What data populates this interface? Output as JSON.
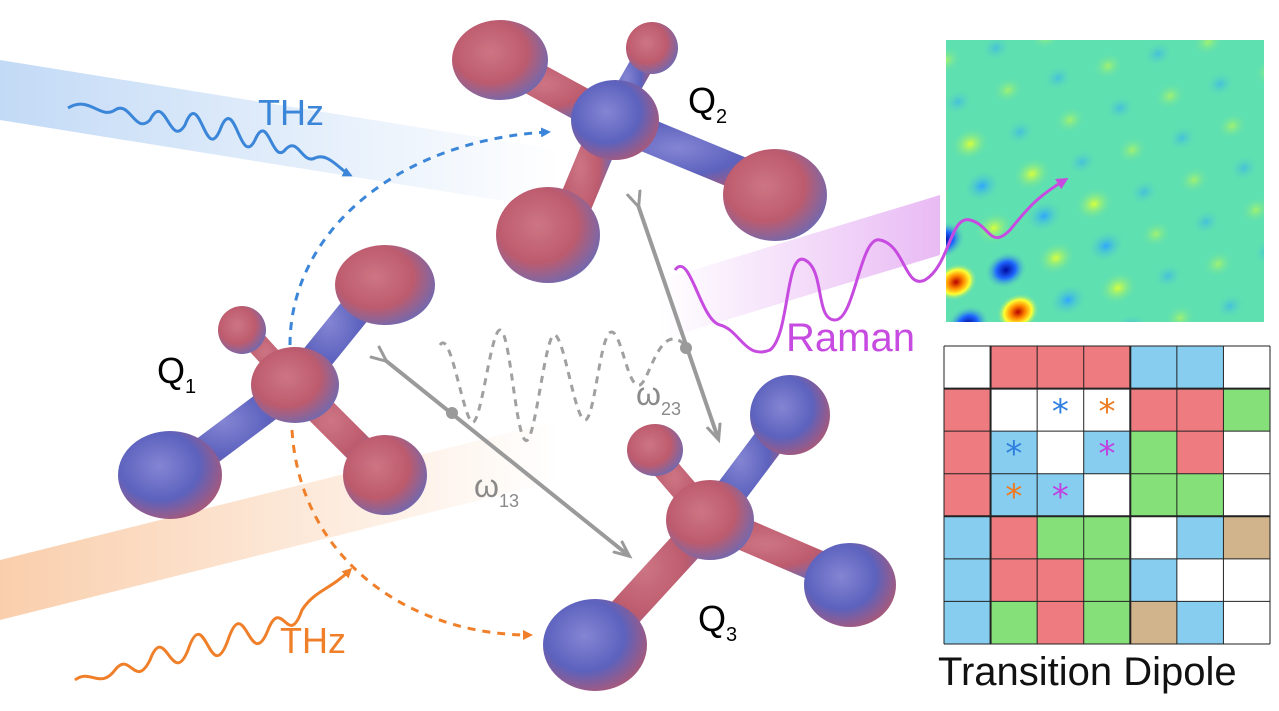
{
  "labels": {
    "q1": "Q",
    "q1_sub": "1",
    "q2": "Q",
    "q2_sub": "2",
    "q3": "Q",
    "q3_sub": "3",
    "w13": "ω",
    "w13_sub": "13",
    "w23": "ω",
    "w23_sub": "23",
    "thz_top": "THz",
    "thz_bottom": "THz",
    "raman": "Raman",
    "transition_dipole": "Transition Dipole"
  },
  "colors": {
    "thz_blue": "#3b86d8",
    "thz_orange": "#f07f2a",
    "raman_magenta": "#c74be0",
    "arrow_gray": "#9a9a9a",
    "cell_red": "#ee7b80",
    "cell_blue": "#86cdef",
    "cell_green": "#85e07a",
    "cell_tan": "#d2b48c",
    "cell_white": "#ffffff",
    "star_blue": "#2f7fe0",
    "star_orange": "#ee7b22",
    "star_magenta": "#c040e0"
  },
  "transition_dipole_matrix": {
    "rows": [
      [
        "white",
        "red",
        "red",
        "red",
        "blue",
        "blue"
      ],
      [
        "red",
        "white",
        "white",
        "white",
        "red",
        "red",
        "green"
      ],
      [
        "red",
        "blue",
        "white",
        "blue",
        "green",
        "red"
      ],
      [
        "red",
        "blue",
        "blue",
        "white",
        "green",
        "green"
      ],
      [
        "blue",
        "red",
        "green",
        "green",
        "white",
        "blue",
        "tan"
      ],
      [
        "blue",
        "red",
        "red",
        "green",
        "blue",
        "white"
      ],
      [
        "blue",
        "green",
        "red",
        "green",
        "tan",
        "blue",
        "white"
      ]
    ],
    "stars": [
      {
        "row": 1,
        "col": 2,
        "color": "blue"
      },
      {
        "row": 1,
        "col": 3,
        "color": "orange"
      },
      {
        "row": 2,
        "col": 1,
        "color": "blue"
      },
      {
        "row": 2,
        "col": 3,
        "color": "magenta"
      },
      {
        "row": 3,
        "col": 1,
        "color": "orange"
      },
      {
        "row": 3,
        "col": 2,
        "color": "magenta"
      }
    ],
    "star_glyph": "*"
  }
}
